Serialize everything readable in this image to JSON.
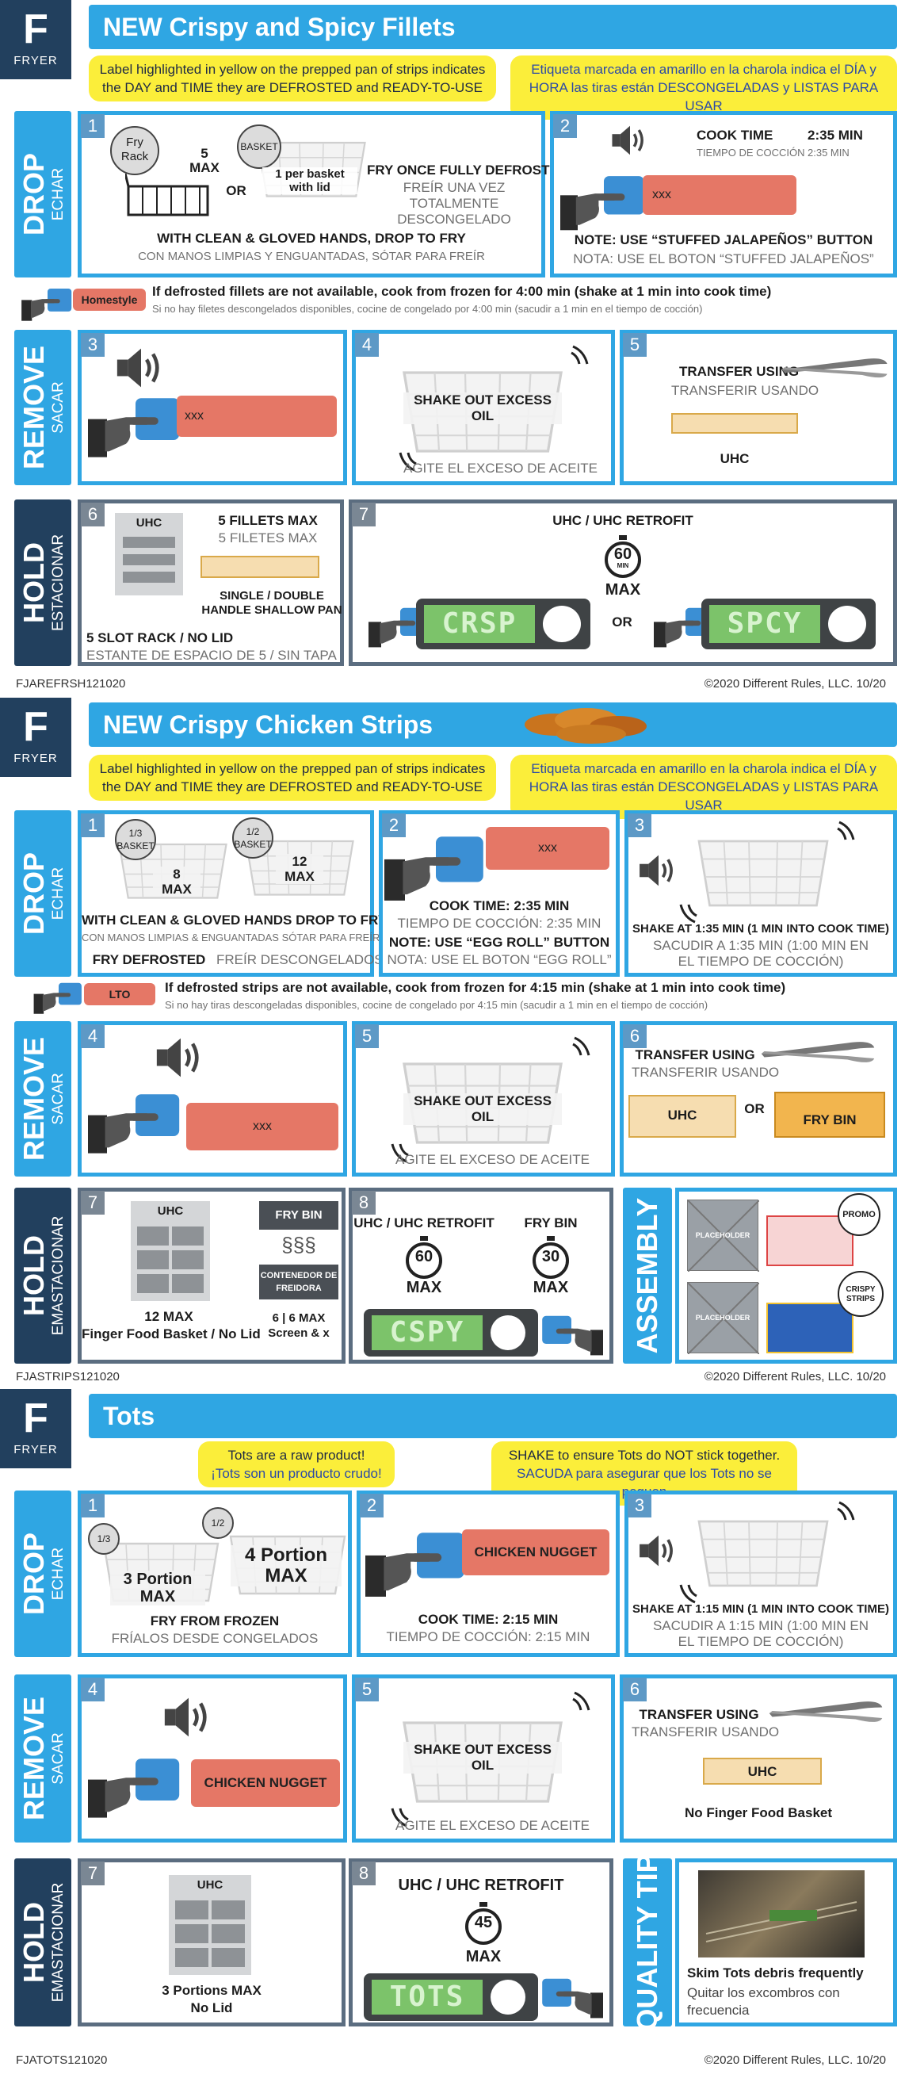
{
  "common": {
    "fryer_letter": "F",
    "fryer_label": "FRYER",
    "footer_copy": "©2020 Different Rules, LLC. 10/20",
    "yellow_en": "Label highlighted in yellow on the prepped pan of strips indicates the DAY and TIME they are DEFROSTED and READY-TO-USE",
    "yellow_es": "Etiqueta marcada en amarillo en la charola indica el DÍA y HORA las tiras están DESCONGELADAS y LISTAS PARA USAR",
    "drop": "DROP",
    "drop_es": "ECHAR",
    "remove": "REMOVE",
    "remove_es": "SACAR",
    "hold": "HOLD",
    "hold_es_1": "ESTACIONAR",
    "hold_es_2": "EMASTACIONAR",
    "assembly": "ASSEMBLY",
    "quality": "QUALITY TIP",
    "shake_out": "SHAKE OUT EXCESS OIL",
    "shake_es": "AGITE EL EXCESO DE ACEITE",
    "transfer": "TRANSFER USING",
    "transfer_es": "TRANSFERIR USANDO",
    "uhc": "UHC",
    "or": "OR",
    "max": "MAX",
    "min": "MIN",
    "retrofit": "UHC / UHC RETROFIT",
    "xxx": "xxx"
  },
  "s1": {
    "title": "NEW Crispy and Spicy Fillets",
    "p1": {
      "num": "1",
      "fry_rack": "Fry Rack",
      "basket": "BASKET",
      "five": "5",
      "max": "MAX",
      "per_basket": "1 per basket with lid",
      "fry_once": "FRY ONCE FULLY DEFROSTED",
      "fry_once_es": "FREÍR UNA VEZ TOTALMENTE DESCONGELADO",
      "clean": "WITH CLEAN & GLOVED HANDS, DROP TO FRY",
      "clean_es": "CON MANOS LIMPIAS Y ENGUANTADAS, SÓTAR PARA FREÍR"
    },
    "p2": {
      "num": "2",
      "cook": "COOK TIME",
      "cook_val": "2:35 MIN",
      "cook_es": "TIEMPO DE COCCIÓN",
      "cook_es_val": "2:35 MIN",
      "note": "NOTE: USE “STUFFED JALAPEÑOS” BUTTON",
      "note_es": "NOTA: USE EL BOTON “STUFFED JALAPEÑOS”"
    },
    "frozen_btn": "Homestyle",
    "frozen": "If defrosted fillets are not available, cook from frozen for 4:00 min (shake at 1 min into cook time)",
    "frozen_es": "Si no hay filetes descongelados disponibles, cocine de congelado por 4:00 min (sacudir a 1 min en el tiempo de cocción)",
    "p3": {
      "num": "3"
    },
    "p4": {
      "num": "4"
    },
    "p5": {
      "num": "5"
    },
    "p6": {
      "num": "6",
      "max": "5 FILLETS MAX",
      "max_es": "5 FILETES MAX",
      "pan": "SINGLE / DOUBLE HANDLE SHALLOW PAN",
      "rack": "5 SLOT RACK / NO LID",
      "rack_es": "ESTANTE DE ESPACIO DE 5 / SIN TAPA"
    },
    "p7": {
      "num": "7",
      "timer": "60",
      "s1": "CRSP",
      "s2": "SPCY"
    },
    "code": "FJAREFRSH121020"
  },
  "s2": {
    "title": "NEW Crispy Chicken Strips",
    "p1": {
      "num": "1",
      "b1": "1/3",
      "b2": "1/2",
      "basket": "BASKET",
      "m1": "8",
      "m2": "12",
      "clean": "WITH CLEAN & GLOVED HANDS DROP TO FRY",
      "clean_es": "CON MANOS LIMPIAS & ENGUANTADAS SÓTAR PARA FREÍR",
      "fry": "FRY DEFROSTED",
      "fry_es": "FREÍR DESCONGELADOS"
    },
    "p2": {
      "num": "2",
      "cook": "COOK TIME: 2:35 MIN",
      "cook_es": "TIEMPO DE COCCIÓN: 2:35 MIN",
      "note": "NOTE: USE “EGG ROLL” BUTTON",
      "note_es": "NOTA: USE EL BOTON “EGG ROLL”"
    },
    "p3": {
      "num": "3",
      "shake": "SHAKE AT 1:35 MIN (1 MIN INTO COOK TIME)",
      "shake_es": "SACUDIR A 1:35 MIN (1:00 MIN EN EL TIEMPO DE COCCIÓN)"
    },
    "frozen_btn": "LTO",
    "frozen": "If defrosted strips are not available, cook from frozen for 4:15 min (shake at 1 min into cook time)",
    "frozen_es": "Si no hay tiras descongeladas disponibles, cocine de congelado por 4:15 min (sacudir a 1 min en el tiempo de cocción)",
    "p4": {
      "num": "4"
    },
    "p5": {
      "num": "5"
    },
    "p6": {
      "num": "6",
      "fry_bin": "FRY BIN"
    },
    "p7": {
      "num": "7",
      "max": "12 MAX",
      "basket": "Finger Food Basket / No Lid",
      "fry_bin": "FRY BIN",
      "cont": "CONTENEDOR DE FREIDORA",
      "screen": "6 | 6 MAX Screen & x"
    },
    "p8": {
      "num": "8",
      "fry_bin": "FRY BIN",
      "t1": "60",
      "t2": "30",
      "s1": "CSPY"
    },
    "asm": {
      "ph": "PLACEHOLDER",
      "promo": "PROMO",
      "crispy": "CRISPY STRIPS"
    },
    "code": "FJASTRIPS121020"
  },
  "s3": {
    "title": "Tots",
    "y1_en": "Tots are a raw product!",
    "y1_es": "¡Tots son un producto crudo!",
    "y2_en": "SHAKE to ensure Tots do NOT stick together.",
    "y2_es": "SACUDA para asegurar que los Tots no se peguen",
    "p1": {
      "num": "1",
      "b1": "1/3",
      "b2": "1/2",
      "m1": "3 Portion",
      "m2": "4 Portion",
      "fry": "FRY FROM FROZEN",
      "fry_es": "FRÍALOS DESDE CONGELADOS"
    },
    "p2": {
      "num": "2",
      "btn": "CHICKEN NUGGET",
      "cook": "COOK TIME: 2:15 MIN",
      "cook_es": "TIEMPO DE COCCIÓN: 2:15 MIN"
    },
    "p3": {
      "num": "3",
      "shake": "SHAKE AT 1:15 MIN (1 MIN INTO COOK TIME)",
      "shake_es": "SACUDIR A 1:15 MIN (1:00 MIN EN EL TIEMPO DE COCCIÓN)"
    },
    "p4": {
      "num": "4",
      "btn": "CHICKEN NUGGET"
    },
    "p5": {
      "num": "5"
    },
    "p6": {
      "num": "6",
      "note": "No Finger Food Basket"
    },
    "p7": {
      "num": "7",
      "max": "3 Portions MAX",
      "lid": "No Lid"
    },
    "p8": {
      "num": "8",
      "timer": "45",
      "s1": "TOTS"
    },
    "tip": {
      "en": "Skim Tots debris frequently",
      "es": "Quitar los excombros con frecuencia"
    },
    "code": "FJATOTS121020"
  }
}
